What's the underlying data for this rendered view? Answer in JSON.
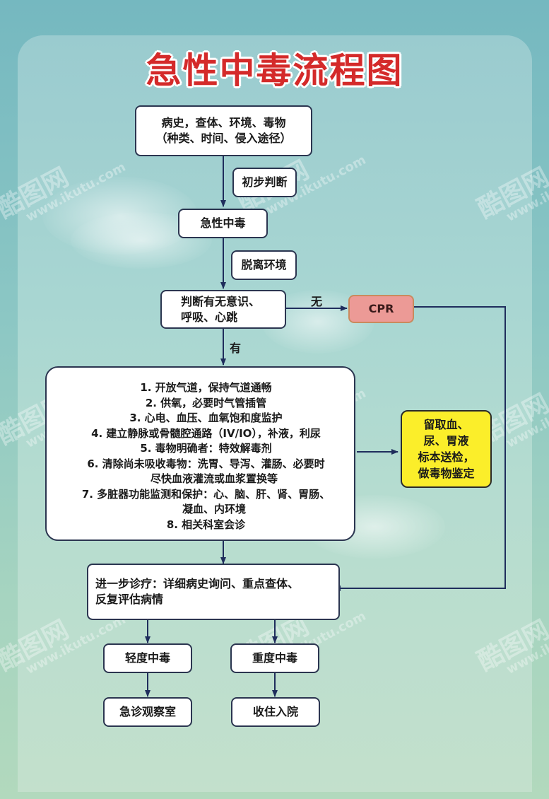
{
  "title": "急性中毒流程图",
  "colors": {
    "title_red": "#d42a2a",
    "line_navy": "#1f2d5c",
    "cpr_fill": "#ec9a96",
    "specimen_fill": "#fbee2a",
    "box_fill": "#ffffff"
  },
  "nodes": {
    "history": {
      "lines": [
        "病史，查体、环境、毒物",
        "（种类、时间、侵入途径）"
      ]
    },
    "initial_judgement": {
      "text": "初步判断"
    },
    "acute_poisoning": {
      "text": "急性中毒"
    },
    "remove_env": {
      "text": "脱离环境"
    },
    "assess": {
      "lines": [
        "判断有无意识、",
        "呼吸、心跳"
      ]
    },
    "cpr": {
      "text": "CPR"
    },
    "treatment": {
      "lines": [
        "1. 开放气道，保持气道通畅",
        "2. 供氧，必要时气管插管",
        "3. 心电、血压、血氧饱和度监护",
        "4. 建立静脉或骨髓腔通路（IV/IO），补液，利尿",
        "5. 毒物明确者：特效解毒剂",
        "6. 清除尚未吸收毒物：洗胃、导泻、灌肠、必要时",
        "尽快血液灌流或血浆置换等",
        "7. 多脏器功能监测和保护：心、脑、肝、肾、胃肠、",
        "凝血、内环境",
        "8. 相关科室会诊"
      ]
    },
    "specimen": {
      "lines": [
        "留取血、",
        "尿、胃液",
        "标本送检，",
        "做毒物鉴定"
      ]
    },
    "further": {
      "lines": [
        "进一步诊疗：详细病史询问、重点查体、",
        "反复评估病情"
      ]
    },
    "mild": {
      "text": "轻度中毒"
    },
    "severe": {
      "text": "重度中毒"
    },
    "er_observation": {
      "text": "急诊观察室"
    },
    "admission": {
      "text": "收住入院"
    }
  },
  "edge_labels": {
    "no": "无",
    "yes": "有"
  },
  "watermark": {
    "brand": "酷图网",
    "url": "www.ikutu.com"
  }
}
